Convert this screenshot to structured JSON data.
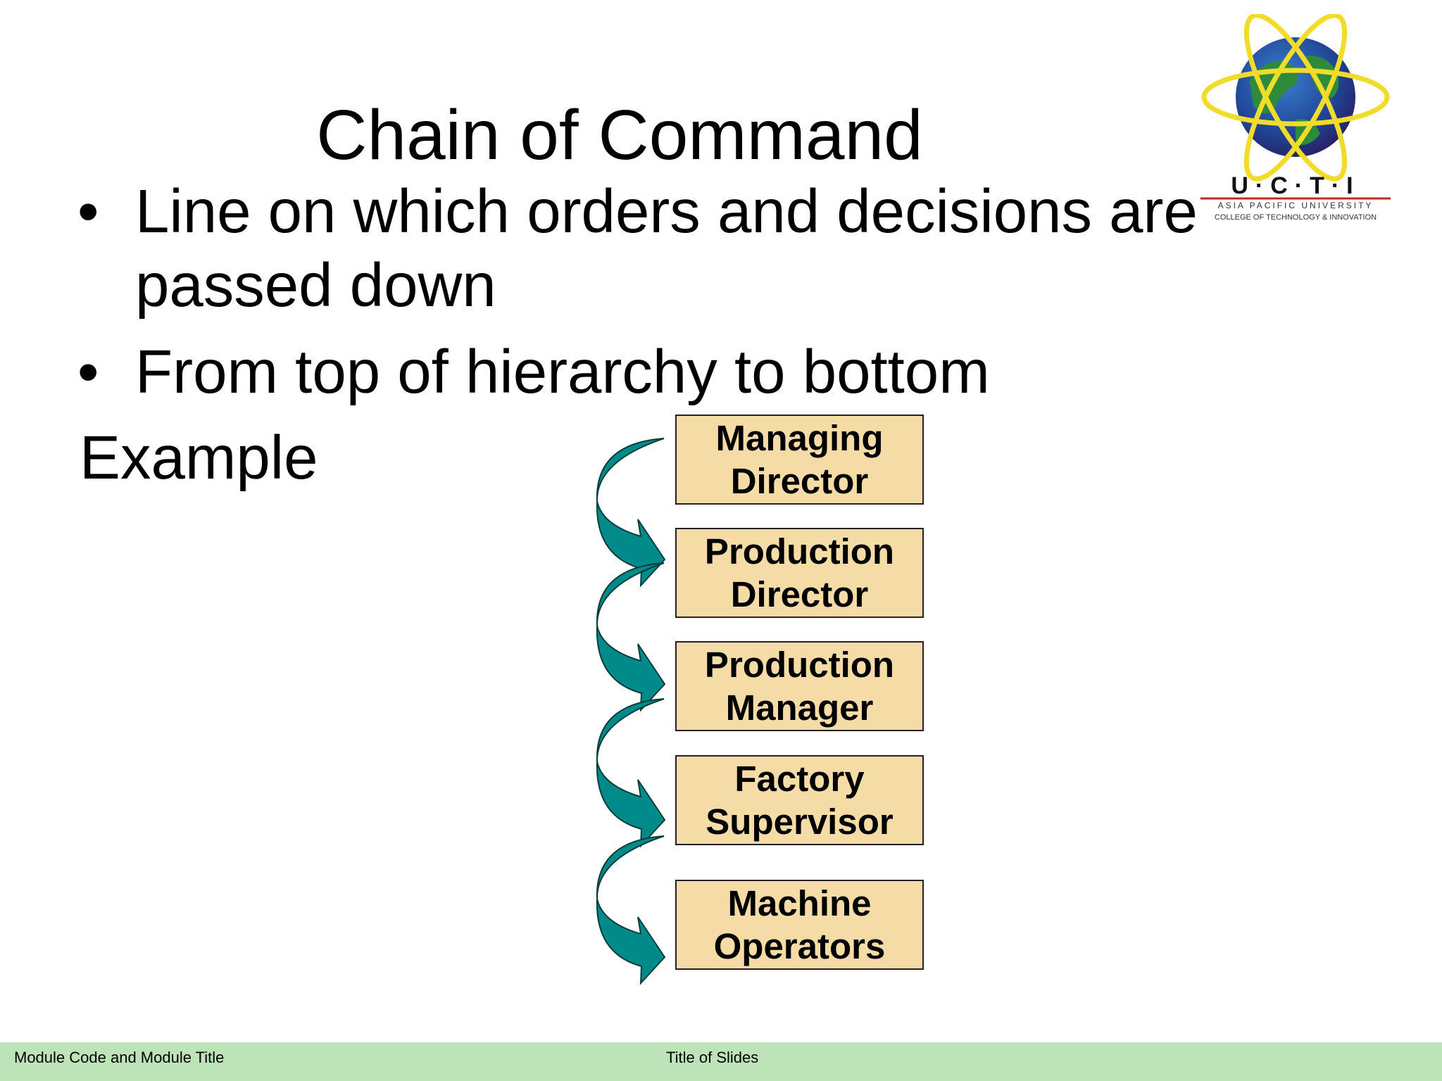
{
  "slide": {
    "title": "Chain of Command",
    "bullets": [
      {
        "marker": "•",
        "text": "Line on which orders and decisions are passed down"
      },
      {
        "marker": "•",
        "text": "From top of hierarchy to bottom"
      }
    ],
    "example_label": "Example"
  },
  "diagram": {
    "levels": [
      {
        "label": "Managing Director"
      },
      {
        "label": "Production Director"
      },
      {
        "label": "Production Manager"
      },
      {
        "label": "Factory Supervisor"
      },
      {
        "label": "Machine Operators"
      }
    ],
    "box_color": "#f5dca7",
    "arrow_color": "#008b8b"
  },
  "logo": {
    "letters": "U·C·T·I",
    "line1": "ASIA PACIFIC UNIVERSITY",
    "line2": "COLLEGE OF TECHNOLOGY & INNOVATION"
  },
  "footer": {
    "left": "Module Code and Module Title",
    "center": "Title of Slides",
    "color": "#bde3b8"
  }
}
